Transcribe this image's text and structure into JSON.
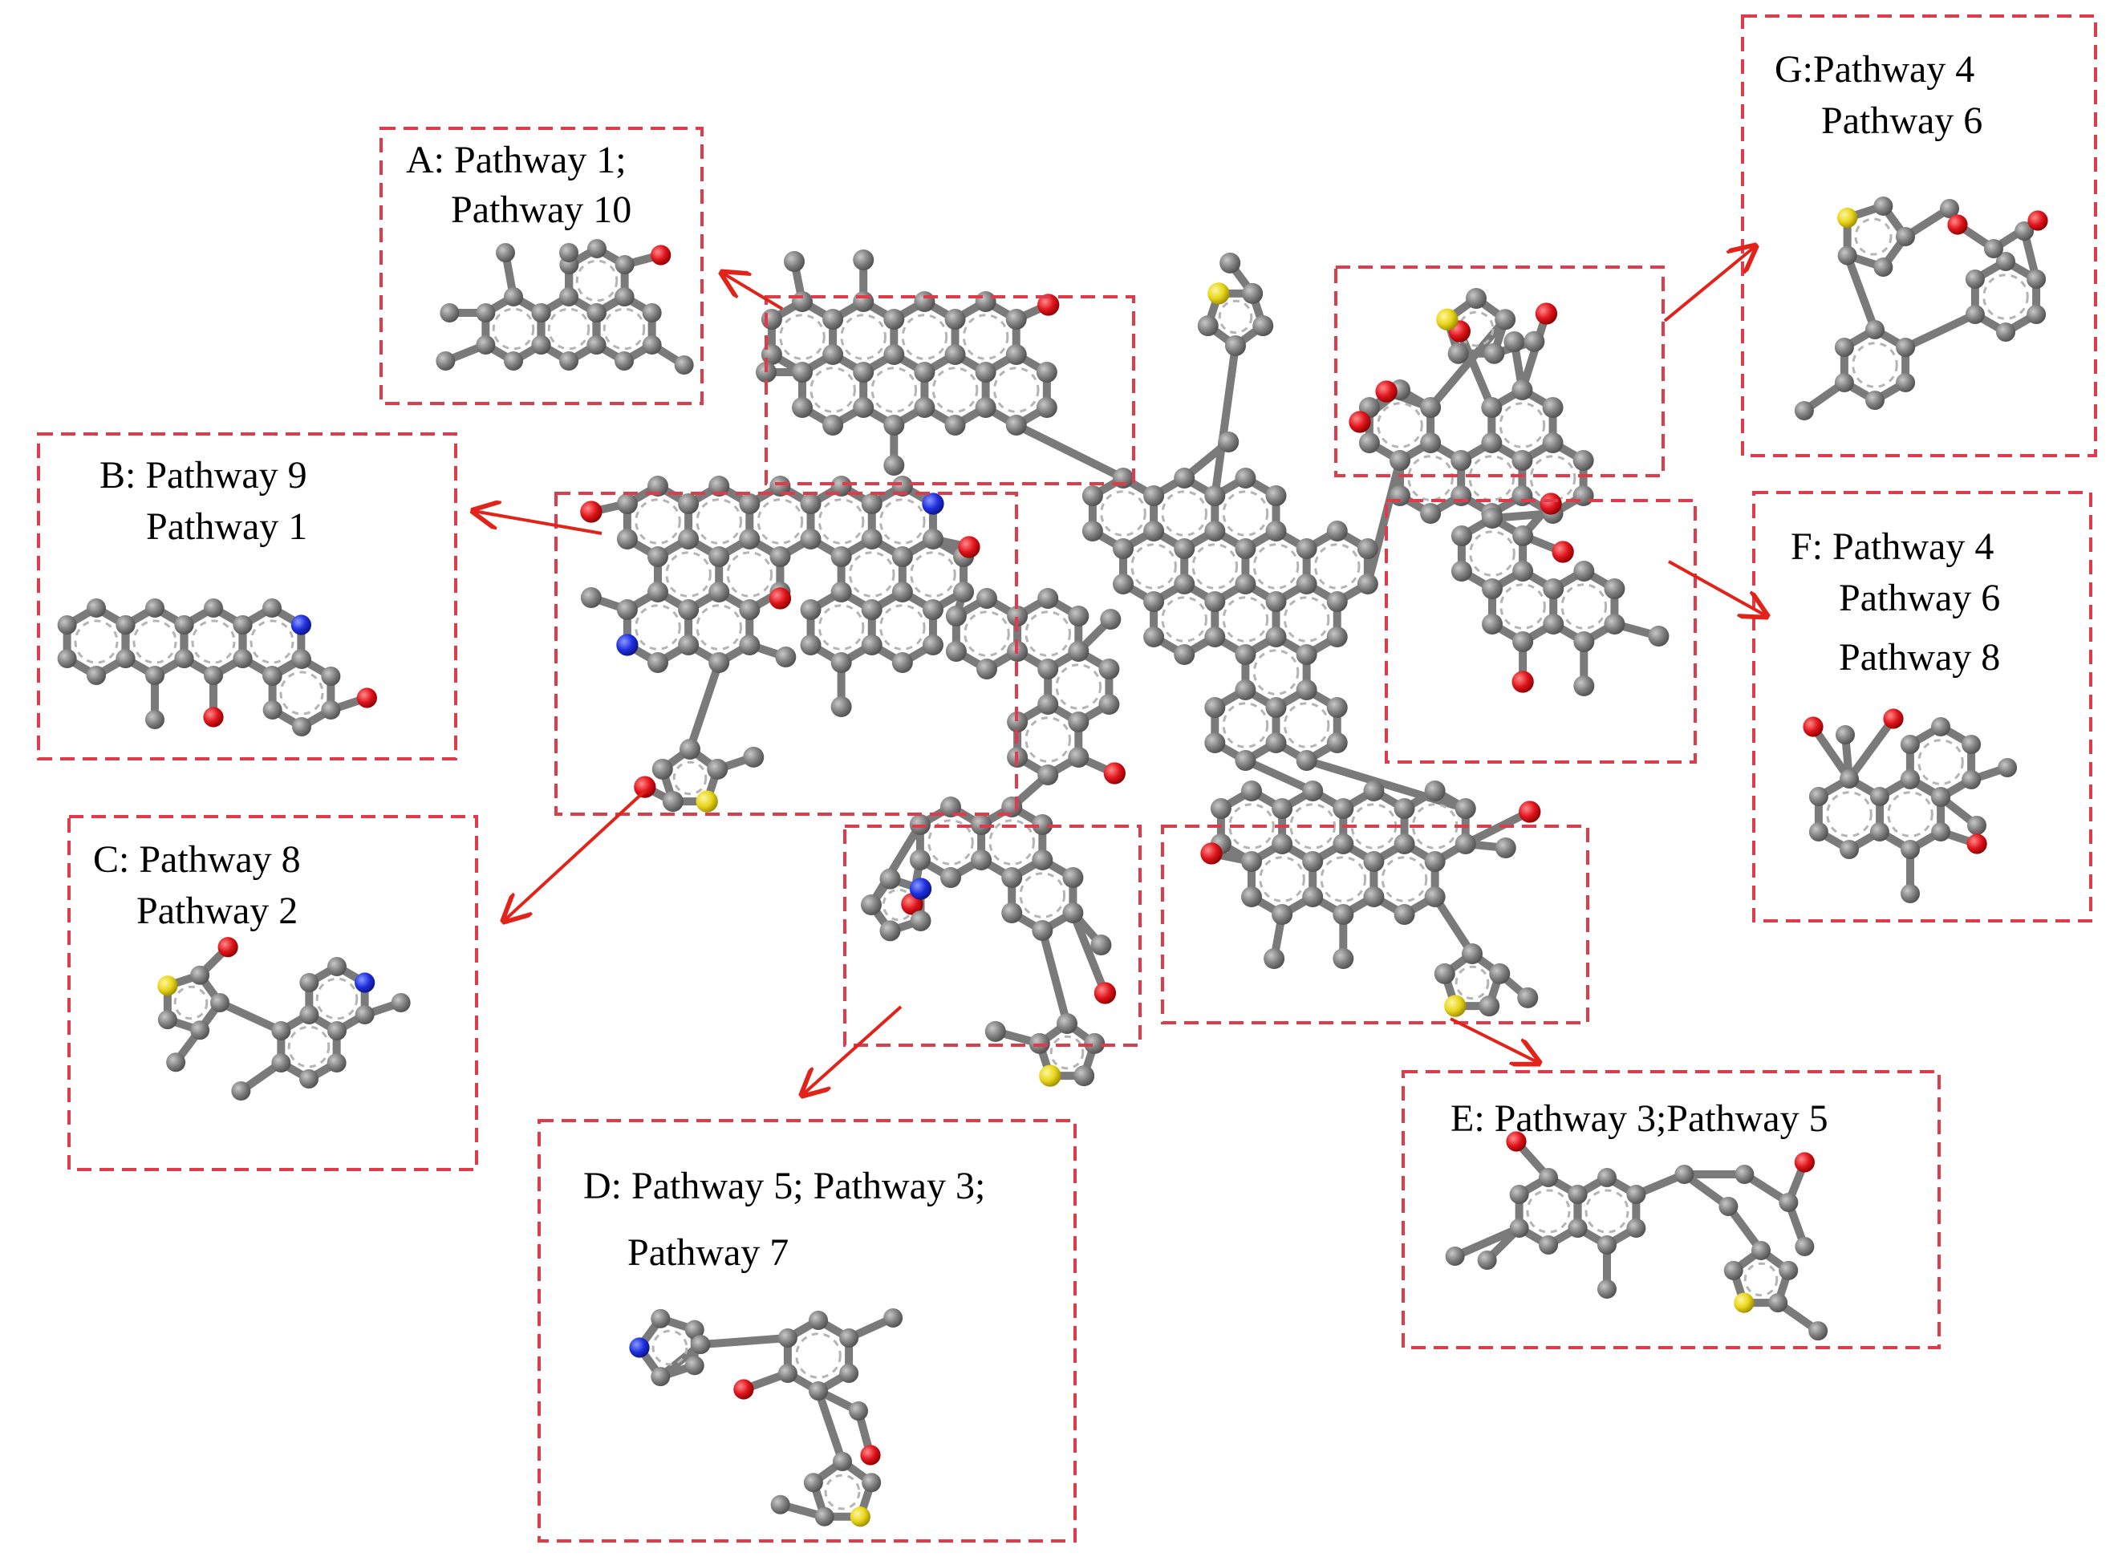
{
  "labels": {
    "A": {
      "line1": "A: Pathway 1;",
      "line2": "Pathway 10"
    },
    "B": {
      "line1": "B: Pathway 9",
      "line2": "Pathway 1"
    },
    "C": {
      "line1": "C: Pathway 8",
      "line2": "Pathway 2"
    },
    "D": {
      "line1": "D: Pathway 5; Pathway 3;",
      "line2": "Pathway 7"
    },
    "E": {
      "line1": "E: Pathway 3;Pathway 5"
    },
    "F": {
      "line1": "F: Pathway 4",
      "line2": "Pathway 6",
      "line3": "Pathway 8"
    },
    "G": {
      "line1": "G:Pathway 4",
      "line2": "Pathway 6"
    }
  },
  "atom_colors": {
    "carbon": "#808080",
    "oxygen": "#e0141b",
    "nitrogen": "#1f2fe0",
    "sulfur": "#e8d51a"
  },
  "annotation_colors": {
    "dashed_box": "#de3b4b",
    "arrow": "#e2231a"
  }
}
